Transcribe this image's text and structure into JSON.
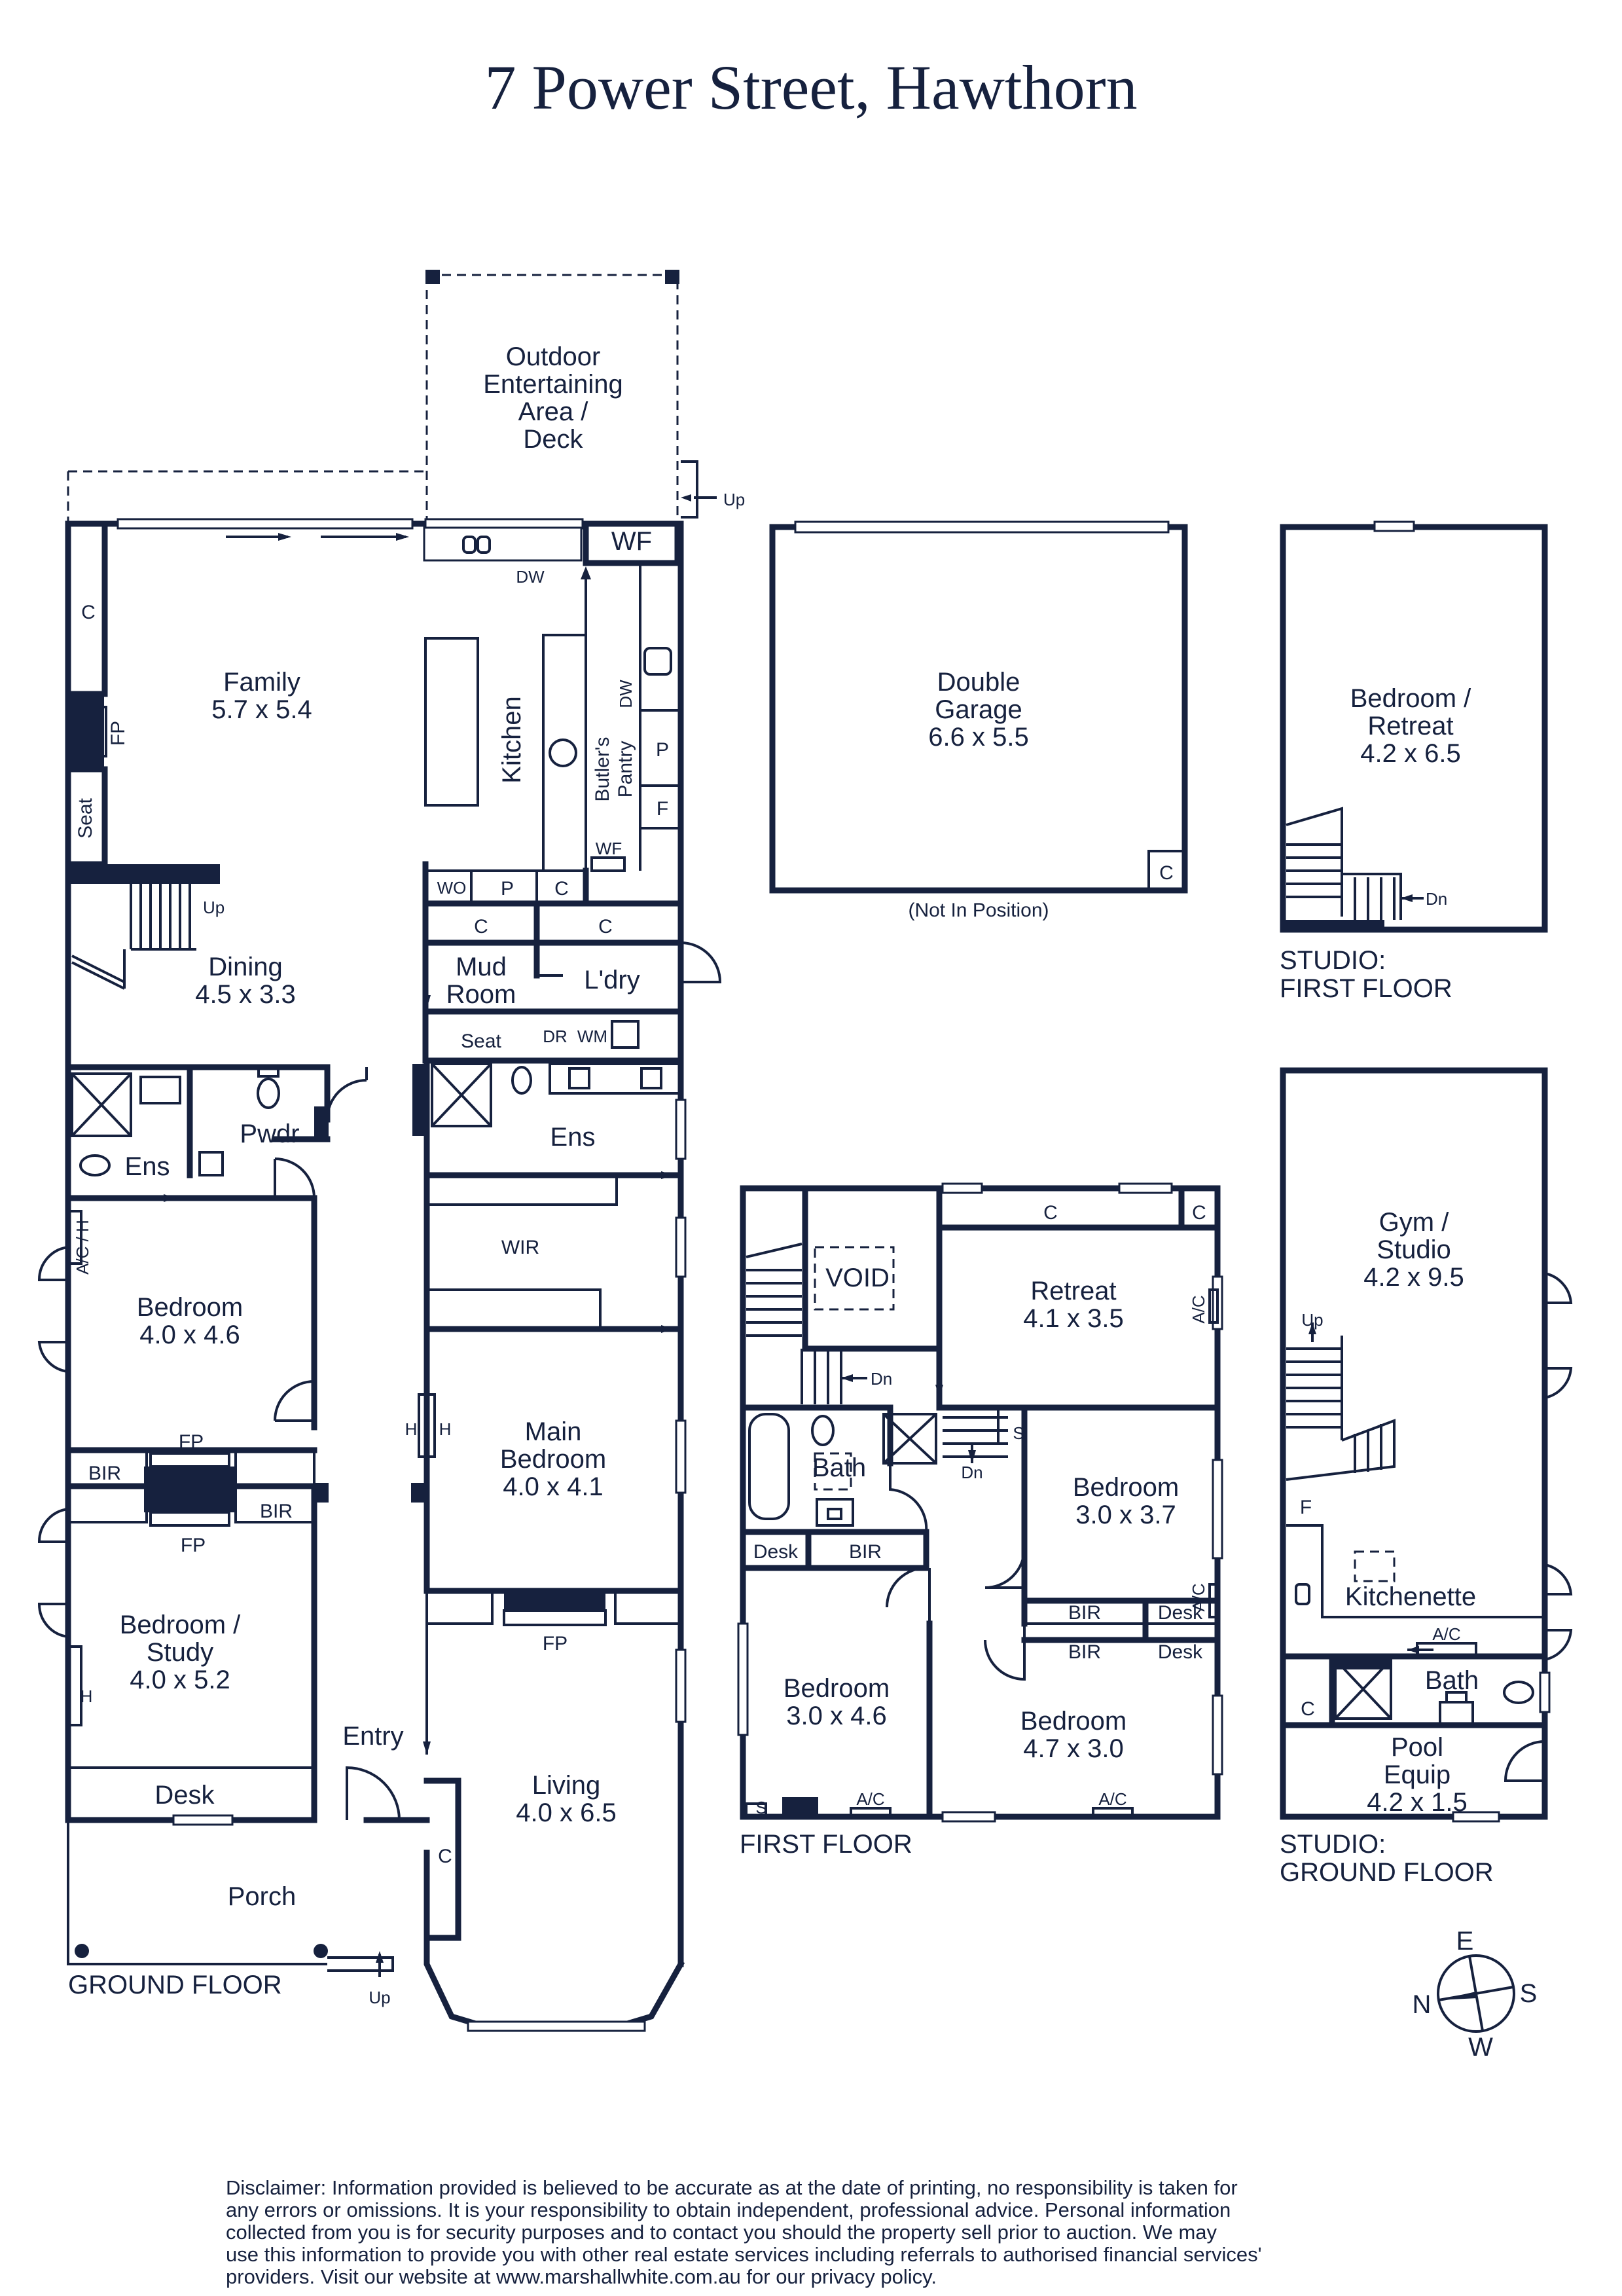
{
  "title": "7 Power Street, Hawthorn",
  "ground_floor": {
    "label": "GROUND FLOOR",
    "outdoor": [
      "Outdoor",
      "Entertaining",
      "Area /",
      "Deck"
    ],
    "family": [
      "Family",
      "5.7 x 5.4"
    ],
    "kitchen": "Kitchen",
    "butlers_pantry": [
      "Butler's",
      "Pantry"
    ],
    "dining": [
      "Dining",
      "4.5 x 3.3"
    ],
    "mud_room": [
      "Mud",
      "Room"
    ],
    "laundry": "L'dry",
    "ens1": "Ens",
    "pwdr": "Pwdr",
    "ens2": "Ens",
    "wir": "WIR",
    "bedroom1": [
      "Bedroom",
      "4.0 x 4.6"
    ],
    "main_bedroom": [
      "Main",
      "Bedroom",
      "4.0 x 4.1"
    ],
    "bedroom_study": [
      "Bedroom /",
      "Study",
      "4.0 x 5.2"
    ],
    "entry": "Entry",
    "living": [
      "Living",
      "4.0 x 6.5"
    ],
    "desk": "Desk",
    "porch": "Porch",
    "wf": "WF",
    "up": "Up",
    "c": "C",
    "fp": "FP",
    "seat": "Seat",
    "dw": "DW",
    "wo": "WO",
    "p": "P",
    "f": "F",
    "dr": "DR",
    "wm": "WM",
    "bir": "BIR",
    "h": "H",
    "ac_h": "A/C / H"
  },
  "garage": {
    "name": [
      "Double",
      "Garage",
      "6.6 x 5.5"
    ],
    "note": "(Not In Position)",
    "c": "C"
  },
  "studio_first": {
    "label": [
      "STUDIO:",
      "FIRST FLOOR"
    ],
    "room": [
      "Bedroom /",
      "Retreat",
      "4.2 x 6.5"
    ],
    "dn": "Dn"
  },
  "first_floor": {
    "label": "FIRST FLOOR",
    "void": "VOID",
    "retreat": [
      "Retreat",
      "4.1 x 3.5"
    ],
    "bath": "Bath",
    "bedroom_a": [
      "Bedroom",
      "3.0 x 3.7"
    ],
    "bedroom_b": [
      "Bedroom",
      "3.0 x 4.6"
    ],
    "bedroom_c": [
      "Bedroom",
      "4.7 x 3.0"
    ],
    "desk": "Desk",
    "bir": "BIR",
    "c": "C",
    "dn": "Dn",
    "s": "S",
    "ac": "A/C"
  },
  "studio_ground": {
    "label": [
      "STUDIO:",
      "GROUND FLOOR"
    ],
    "gym": [
      "Gym /",
      "Studio",
      "4.2 x 9.5"
    ],
    "kitchenette": "Kitchenette",
    "bath": "Bath",
    "pool": [
      "Pool",
      "Equip",
      "4.2 x 1.5"
    ],
    "up": "Up",
    "f": "F",
    "c": "C",
    "ac": "A/C"
  },
  "compass": {
    "e": "E",
    "s": "S",
    "w": "W",
    "n": "N"
  },
  "disclaimer": [
    "Disclaimer: Information provided is believed to be accurate as at the date of printing, no responsibility is taken for",
    "any errors or omissions. It is your responsibility to obtain independent, professional advice. Personal information",
    "collected from you is for security purposes and to contact you should the property sell prior to auction. We may",
    "use this information to provide you with other real estate services including referrals to authorised financial services'",
    "providers. Visit our website at www.marshallwhite.com.au for our privacy policy."
  ]
}
